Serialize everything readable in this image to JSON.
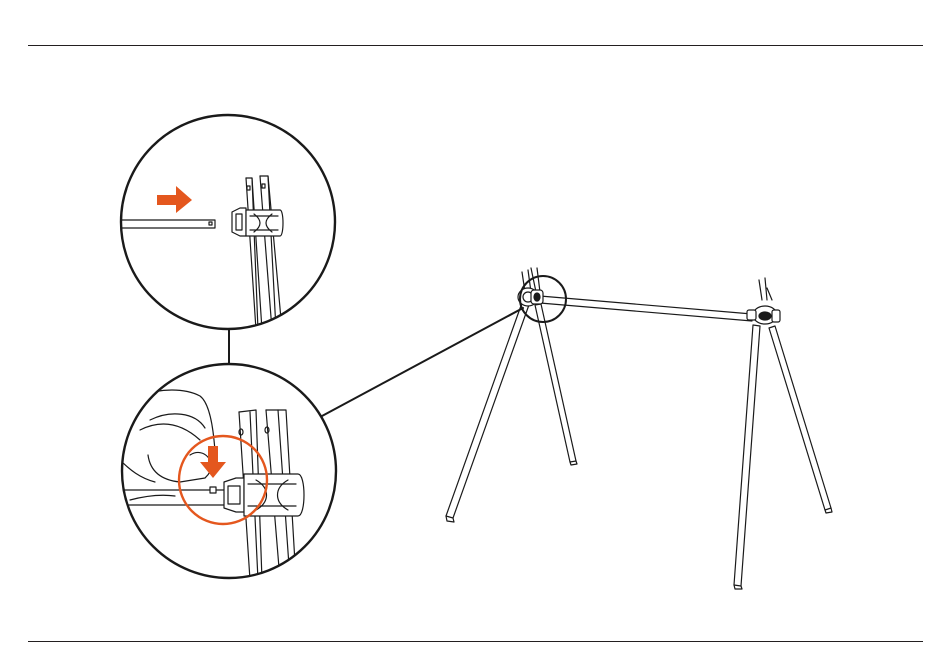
{
  "page": {
    "background": "#ffffff",
    "rule_color": "#231f20"
  },
  "diagram": {
    "kind": "assembly-instruction",
    "line_color": "#1a1a1a",
    "accent_color": "#e4571e",
    "steps": [
      {
        "name": "insert-crossbar",
        "indicator": "right-arrow-icon"
      },
      {
        "name": "press-lock-button",
        "indicator": "down-arrow-icon"
      }
    ]
  }
}
